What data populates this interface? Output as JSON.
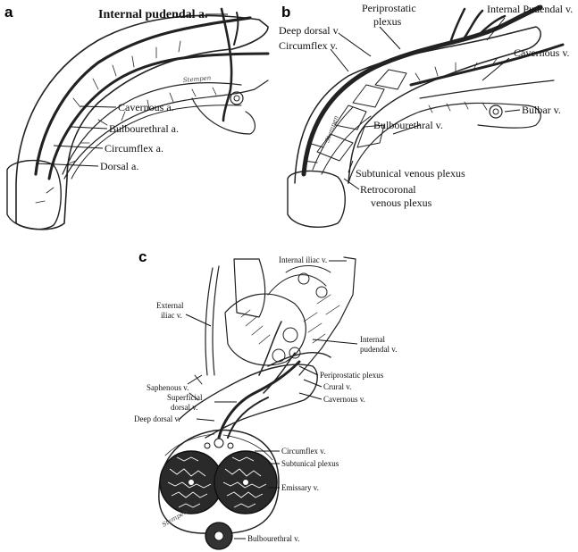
{
  "panels": {
    "a": {
      "letter": "a",
      "labels": {
        "internal_pudendal": "Internal pudendal a.",
        "cavernous": "Cavernous a.",
        "bulbourethral": "Bulbourethral a.",
        "circumflex": "Circumflex a.",
        "dorsal": "Dorsal a."
      }
    },
    "b": {
      "letter": "b",
      "labels": {
        "periprostatic_1": "Periprostatic",
        "periprostatic_2": "plexus",
        "internal_pudendal": "Internal Pudendal v.",
        "deep_dorsal": "Deep dorsal v.",
        "circumflex": "Circumflex v.",
        "cavernous": "Cavernous v.",
        "bulbar": "Bulbar v.",
        "bulbourethral": "Bulbourethral v.",
        "subtunical": "Subtunical venous plexus",
        "retrocoronal_1": "Retrocoronal",
        "retrocoronal_2": "venous plexus"
      }
    },
    "c": {
      "letter": "c",
      "labels": {
        "internal_iliac": "Internal iliac v.",
        "external_iliac_1": "External",
        "external_iliac_2": "iliac v.",
        "internal_pudendal_1": "Internal",
        "internal_pudendal_2": "pudendal v.",
        "periprostatic": "Periprostatic plexus",
        "saphenous": "Saphenous v.",
        "crural": "Crural v.",
        "superficial_dorsal_1": "Superficial",
        "superficial_dorsal_2": "dorsal v.",
        "cavernous": "Cavernous v.",
        "deep_dorsal": "Deep dorsal v.",
        "circumflex": "Circumflex v.",
        "subtunical": "Subtunical plexus",
        "emissary": "Emissary v.",
        "bulbourethral": "Bulbourethral v."
      }
    }
  },
  "signature": "Stempen"
}
